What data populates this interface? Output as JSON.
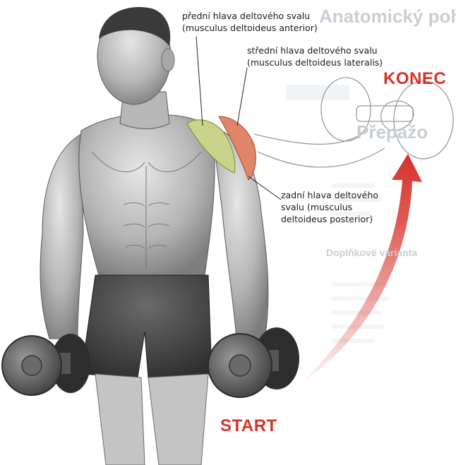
{
  "labels": {
    "anterior": {
      "line1": "přední hlava deltového svalu",
      "line2": "(musculus deltoideus anterior)"
    },
    "lateral": {
      "line1": "střední hlava deltového svalu",
      "line2": "(musculus deltoideus lateralis)"
    },
    "posterior": {
      "line1": "zadní hlava deltového",
      "line2": "svalu (musculus",
      "line3": "deltoideus posterior)"
    }
  },
  "motion": {
    "start_label": "START",
    "end_label": "KONEC"
  },
  "colors": {
    "accent_red": "#d6322b",
    "anterior_muscle": "#c9d48a",
    "lateral_muscle": "#e0856a",
    "skin": "#b9b9b9",
    "text": "#1a1a1a"
  },
  "background_text": {
    "line1": "Anatomický pohl",
    "line2": "Přepažo",
    "line3": "Doplňkové varianta"
  }
}
